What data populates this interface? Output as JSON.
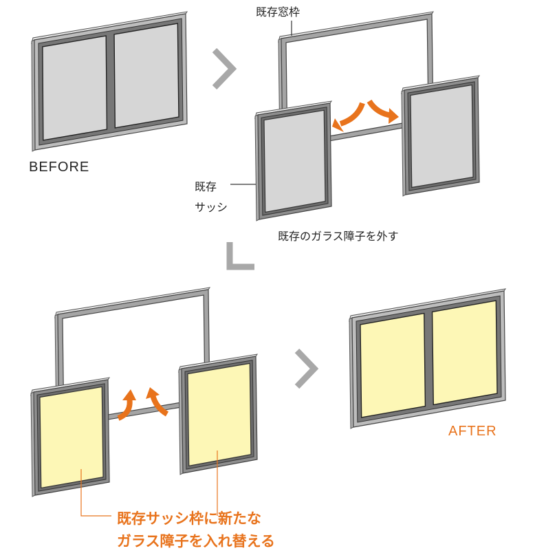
{
  "labels": {
    "before": "BEFORE",
    "after": "AFTER",
    "existing_window_frame": "既存窓枠",
    "existing_sash_line1": "既存",
    "existing_sash_line2": "サッシ",
    "step1_caption": "既存のガラス障子を外す",
    "step2_caption_line1": "既存サッシ枠に新たな",
    "step2_caption_line2": "ガラス障子を入れ替える"
  },
  "colors": {
    "frame": "#9a9a9a",
    "frame_dark": "#555555",
    "old_glass": "#d6d6d6",
    "new_glass": "#fdf7b6",
    "accent": "#e8731c",
    "chevron": "#a8a8a8"
  }
}
